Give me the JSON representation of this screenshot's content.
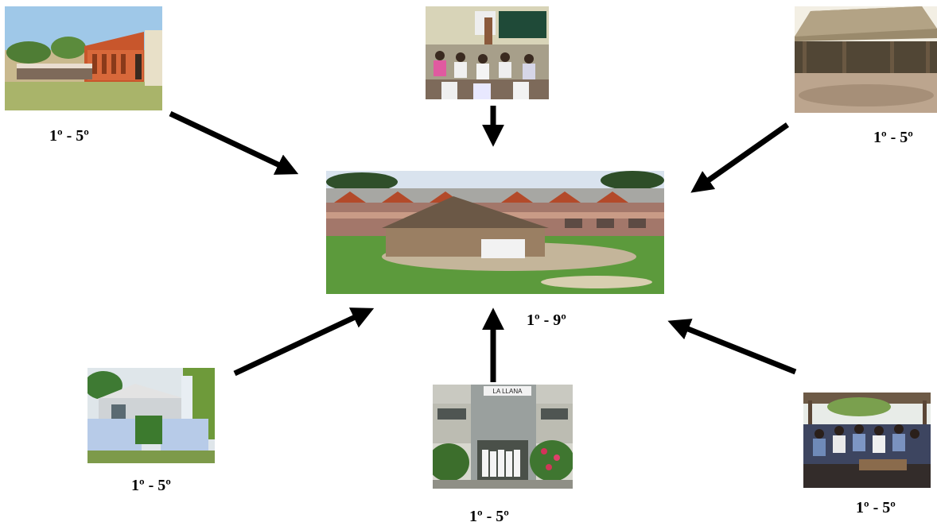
{
  "center": {
    "photo": "school-building-photo",
    "grades": "1º - 9º"
  },
  "satellites": [
    {
      "id": "top-left",
      "photo": "school-photo",
      "grades": "1º - 5º"
    },
    {
      "id": "top-center",
      "photo": "classroom-photo",
      "grades": ""
    },
    {
      "id": "top-right",
      "photo": "thatched-hut-photo",
      "grades": "1º - 5º"
    },
    {
      "id": "bottom-left",
      "photo": "school-photo",
      "grades": "1º - 5º"
    },
    {
      "id": "bottom-center",
      "photo": "school-photo",
      "grades": "1º - 5º",
      "sign_text": "LA LLANA"
    },
    {
      "id": "bottom-right",
      "photo": "students-photo",
      "grades": "1º - 5º"
    }
  ],
  "arrow_color": "#000000"
}
